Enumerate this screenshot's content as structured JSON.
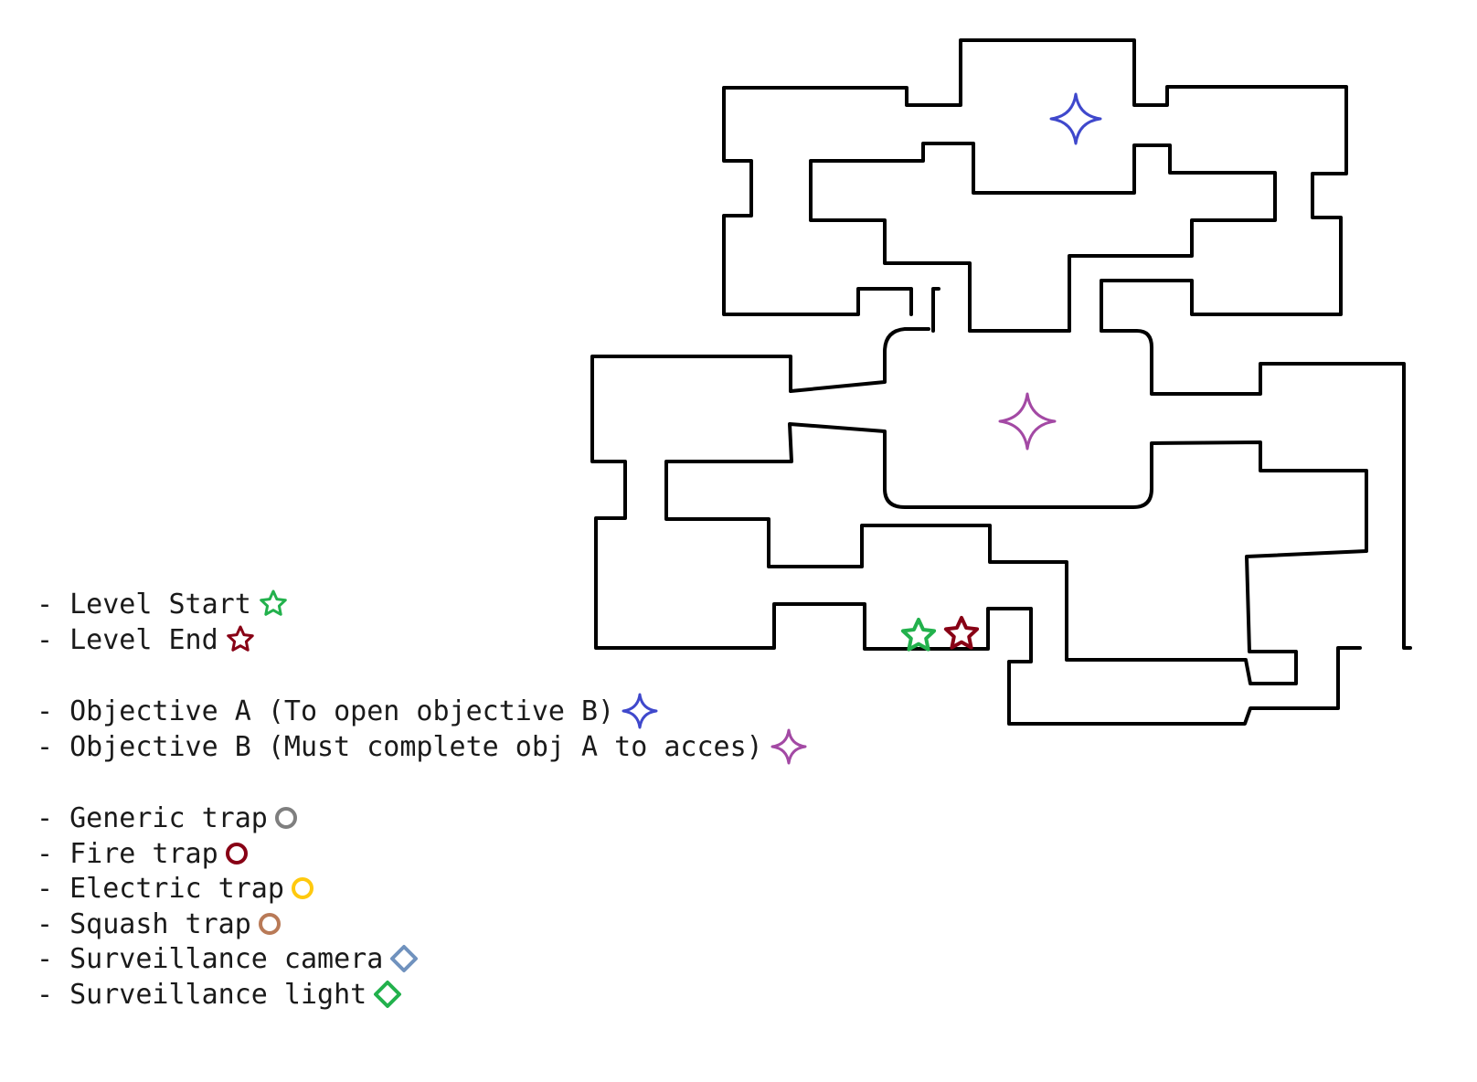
{
  "legend": [
    {
      "text": "- Level Start",
      "symbol": "star",
      "color": "#22b14c",
      "icon": "star-icon"
    },
    {
      "text": "- Level End",
      "symbol": "star",
      "color": "#880015",
      "icon": "star-icon"
    },
    {
      "text": "- Objective A (To open objective B)",
      "symbol": "sparkle",
      "color": "#3f48cc",
      "icon": "sparkle-icon"
    },
    {
      "text": "- Objective B (Must complete obj A to acces)",
      "symbol": "sparkle",
      "color": "#a349a4",
      "icon": "sparkle-icon"
    },
    {
      "text": "- Generic trap",
      "symbol": "circle",
      "color": "#7f7f7f",
      "icon": "circle-icon"
    },
    {
      "text": "- Fire trap",
      "symbol": "circle",
      "color": "#880015",
      "icon": "circle-icon"
    },
    {
      "text": "- Electric trap",
      "symbol": "circle",
      "color": "#ffc90e",
      "icon": "circle-icon"
    },
    {
      "text": "- Squash trap",
      "symbol": "circle",
      "color": "#b97a57",
      "icon": "circle-icon"
    },
    {
      "text": "- Surveillance camera",
      "symbol": "diamond",
      "color": "#7092be",
      "icon": "diamond-icon"
    },
    {
      "text": "- Surveillance light",
      "symbol": "diamond",
      "color": "#22b14c",
      "icon": "diamond-icon"
    }
  ],
  "map_markers": [
    {
      "name": "objective-a-marker",
      "symbol": "sparkle",
      "color": "#3f48cc"
    },
    {
      "name": "objective-b-marker",
      "symbol": "sparkle",
      "color": "#a349a4"
    },
    {
      "name": "level-start-marker",
      "symbol": "star",
      "color": "#22b14c"
    },
    {
      "name": "level-end-marker",
      "symbol": "star",
      "color": "#880015"
    }
  ],
  "wall_color": "#000000"
}
